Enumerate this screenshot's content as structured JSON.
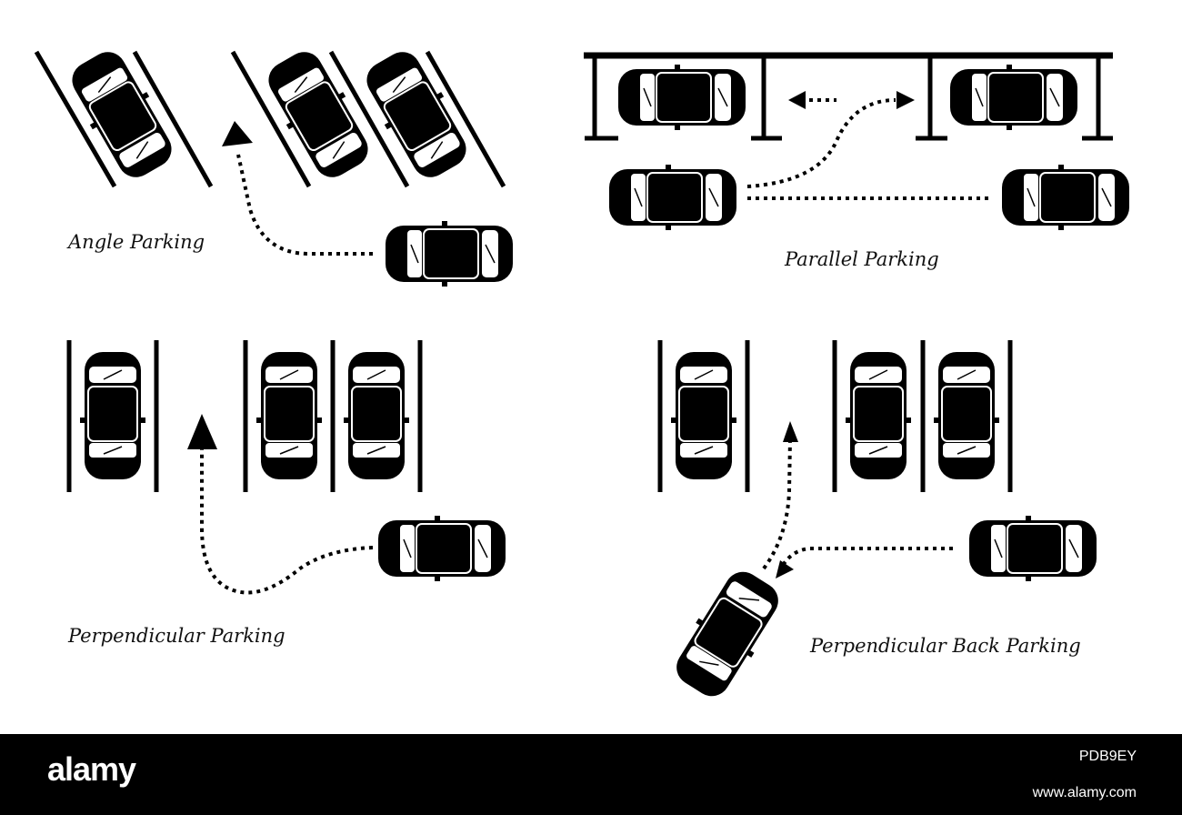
{
  "captions": {
    "angle": "Angle Parking",
    "parallel": "Parallel Parking",
    "perpendicular": "Perpendicular Parking",
    "back": "Perpendicular Back Parking"
  },
  "footer": {
    "brand": "alamy",
    "image_id": "PDB9EY",
    "url": "www.alamy.com"
  },
  "colors": {
    "ink": "#000000",
    "background": "#ffffff",
    "footer_bar": "#000000"
  }
}
